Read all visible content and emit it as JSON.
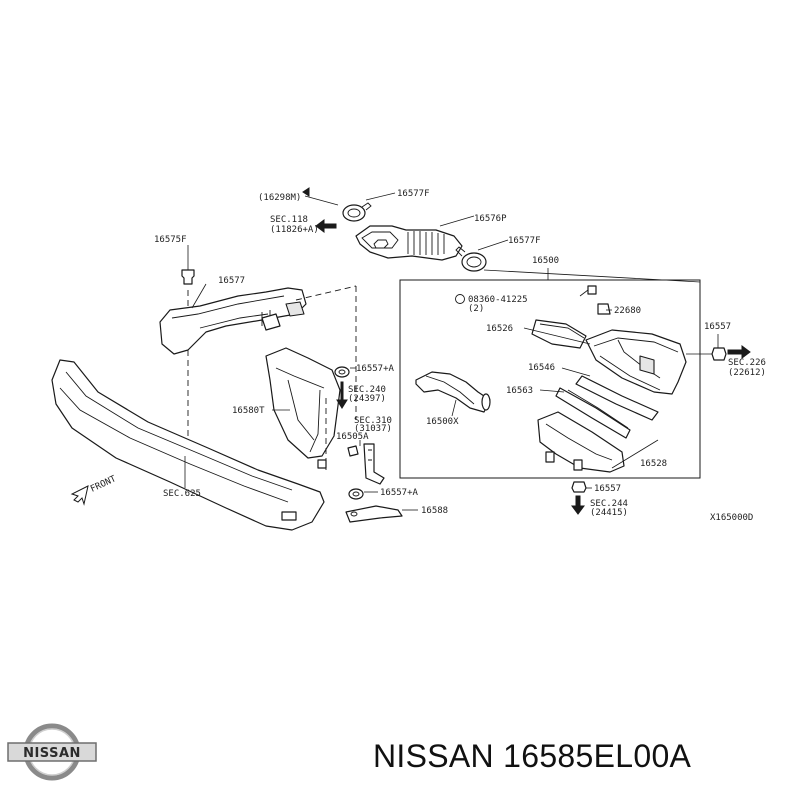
{
  "diagram": {
    "reference_code": "X165000D",
    "callouts": {
      "c16298m": "(16298M)",
      "c16577f_top": "16577F",
      "sec118": "SEC.118",
      "sec118_ref": "(11826+A)",
      "c16576p": "16576P",
      "c16577f": "16577F",
      "c16575f": "16575F",
      "c16500": "16500",
      "c16577": "16577",
      "c08360": "08360-41225",
      "c08360_qty": "(2)",
      "c22680": "22680",
      "c16526": "16526",
      "c16557_right": "16557",
      "sec226": "SEC.226",
      "sec226_ref": "(22612)",
      "c16557a_1": "16557+A",
      "c16546": "16546",
      "sec240": "SEC.240",
      "sec240_ref": "(24397)",
      "c16563": "16563",
      "c16580t": "16580T",
      "c16500x": "16500X",
      "sec310": "SEC.310",
      "sec310_ref": "(31037)",
      "c16505a": "16505A",
      "c16528": "16528",
      "front": "FRONT",
      "sec625": "SEC.625",
      "c16557a_2": "16557+A",
      "c16557_bottom": "16557",
      "sec244": "SEC.244",
      "sec244_ref": "(24415)",
      "c16588": "16588"
    }
  },
  "brand": {
    "logo_text": "NISSAN",
    "part_number": "NISSAN 16585EL00A"
  }
}
